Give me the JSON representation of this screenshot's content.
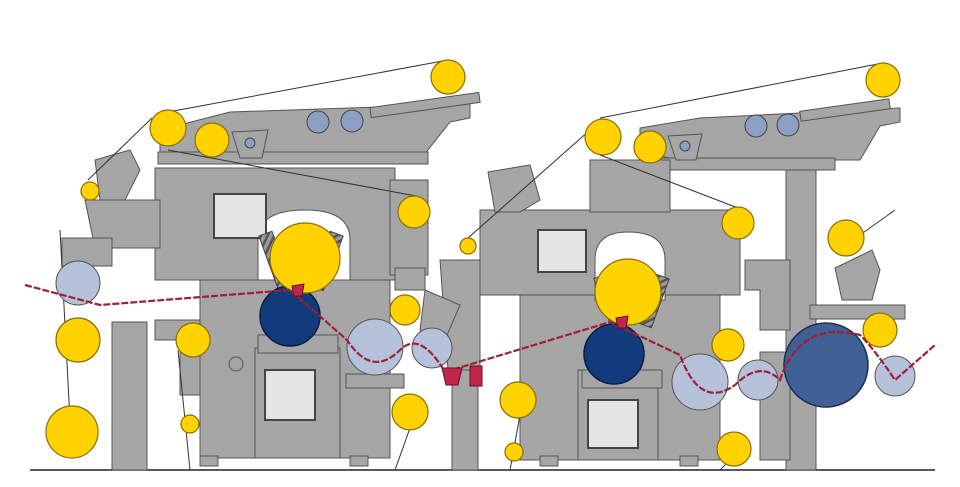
{
  "colors": {
    "frame": "#a6a6a6",
    "frame_edge": "#555555",
    "window": "#e4e4e4",
    "roller_yellow": "#ffd200",
    "roller_yellow_edge": "#8a6d00",
    "roller_light": "#b6c2da",
    "roller_mid": "#8da0c4",
    "roller_dark": "#133a7a",
    "roller_big": "#3f5f95",
    "web_line": "#9c2137",
    "belt": "#333333",
    "ground": "#222222"
  },
  "icons": {
    "web-path": "line",
    "roller": "circle",
    "clamp": "trapezoid"
  }
}
